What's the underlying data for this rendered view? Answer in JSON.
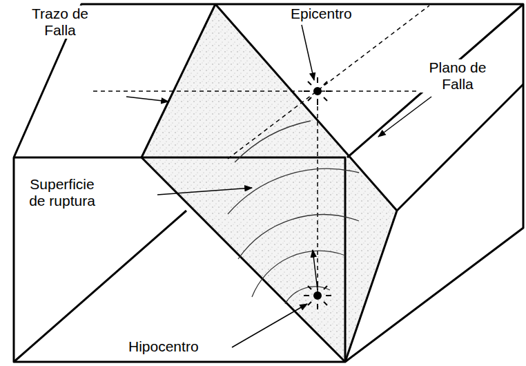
{
  "diagram": {
    "labels": [
      "Trazo de Falla",
      "Epicentro",
      "Plano de Falla",
      "Superficie de ruptura",
      "Hipocentro"
    ]
  }
}
